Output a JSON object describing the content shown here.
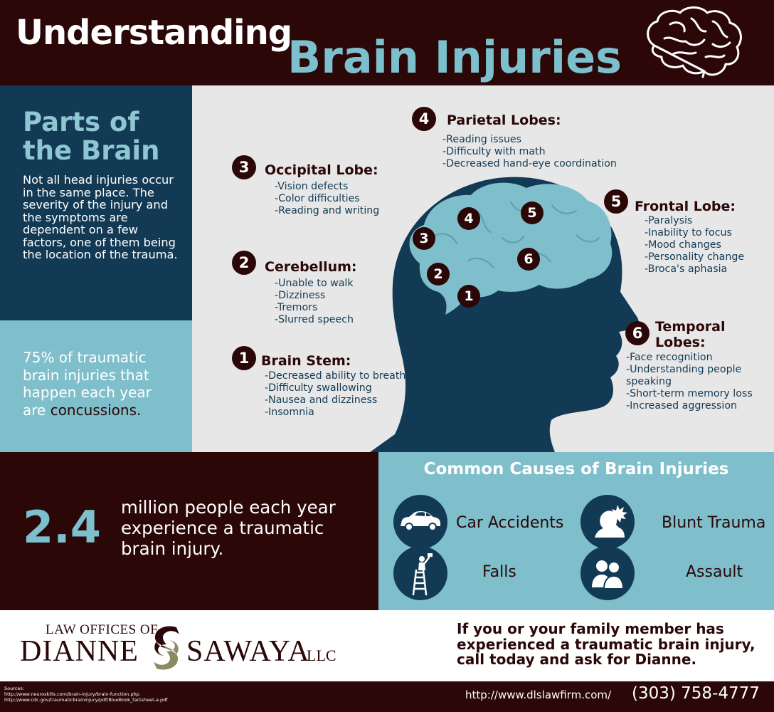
{
  "header": {
    "title_line1": "Understanding",
    "title_line2": "Brain Injuries"
  },
  "parts": {
    "title": "Parts of the Brain",
    "text": "Not all head injuries occur in the same place. The severity of the injury and the symptoms are dependent on a few factors, one of them being the location of the trauma."
  },
  "stat": {
    "text_before": "75% of traumatic brain injuries that happen each year are",
    "highlight": "concussions."
  },
  "lobes": [
    {
      "number": "1",
      "title": "Brain Stem:",
      "items": [
        "-Decreased ability to breathe",
        "-Difficulty swallowing",
        "-Nausea and dizziness",
        "-Insomnia"
      ]
    },
    {
      "number": "2",
      "title": "Cerebellum:",
      "items": [
        "-Unable to walk",
        "-Dizziness",
        "-Tremors",
        "-Slurred speech"
      ]
    },
    {
      "number": "3",
      "title": "Occipital Lobe:",
      "items": [
        "-Vision defects",
        "-Color difficulties",
        "-Reading and writing"
      ]
    },
    {
      "number": "4",
      "title": "Parietal Lobes:",
      "items": [
        "-Reading issues",
        "-Difficulty with math",
        "-Decreased hand-eye coordination"
      ]
    },
    {
      "number": "5",
      "title": "Frontal Lobe:",
      "items": [
        "-Paralysis",
        "-Inability to focus",
        "-Mood changes",
        "-Personality change",
        "-Broca's aphasia"
      ]
    },
    {
      "number": "6",
      "title_line1": "Temporal",
      "title_line2": "Lobes:",
      "items": [
        "-Face recognition",
        "-Understanding people speaking",
        "-Short-term memory loss",
        "-Increased aggression"
      ]
    }
  ],
  "brain_markers": [
    "1",
    "2",
    "3",
    "4",
    "5",
    "6"
  ],
  "million": {
    "number": "2.4",
    "text": "million people each year experience a traumatic brain injury."
  },
  "causes": {
    "title": "Common Causes of Brain Injuries",
    "items": [
      {
        "label": "Car Accidents",
        "icon": "car-icon"
      },
      {
        "label": "Blunt Trauma",
        "icon": "head-impact-icon"
      },
      {
        "label": "Falls",
        "icon": "ladder-fall-icon"
      },
      {
        "label": "Assault",
        "icon": "two-people-icon"
      }
    ]
  },
  "footer": {
    "law_offices": "LAW OFFICES OF",
    "firm_first": "DIANNE",
    "firm_last": "SAWAYA",
    "firm_suffix": "LLC",
    "cta": "If you or your family member has experienced a traumatic brain injury, call today and ask for Dianne.",
    "sources_label": "Sources:",
    "source1": "http://www.neuroskills.com/brain-injury/brain-function.php",
    "source2": "http://www.cdc.gov/traumaticbraininjury/pdf/BlueBook_factsheet-a.pdf",
    "url": "http://www.dlslawfirm.com/",
    "phone": "(303) 758-4777"
  },
  "colors": {
    "maroon": "#2b0708",
    "navy": "#123a55",
    "light_blue": "#7fbfcb",
    "title_blue": "#7cc0cd",
    "gray": "#e7e7e7"
  }
}
